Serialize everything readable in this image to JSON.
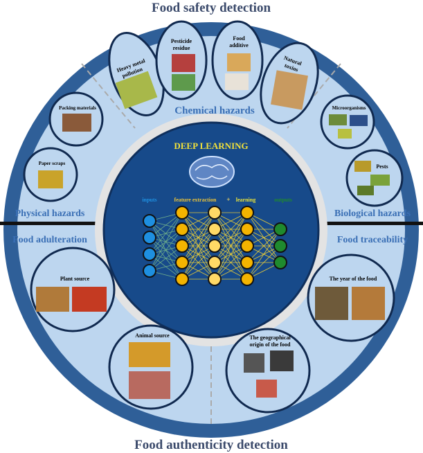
{
  "titles": {
    "top": "Food safety detection",
    "bottom": "Food authenticity detection"
  },
  "categories": {
    "chemical": "Chemical hazards",
    "physical": "Physical hazards",
    "biological": "Biological hazards",
    "adulteration": "Food adulteration",
    "traceability": "Food traceability"
  },
  "items": {
    "heavy_metal": [
      "Heavy metal",
      "pollution"
    ],
    "pesticide": [
      "Pesticide",
      "residue"
    ],
    "additive": [
      "Food",
      "additive"
    ],
    "toxins": [
      "Natural",
      "toxins"
    ],
    "packing": "Packing materials",
    "paper": "Paper scraps",
    "micro": "Microorganisms",
    "pests": "Pests",
    "plant": "Plant source",
    "animal": "Animal source",
    "year": "The year of the food",
    "origin": [
      "The geographical",
      "origin of the food"
    ]
  },
  "center": {
    "title": "DEEP  LEARNING",
    "inputs": "inputs",
    "feature": "feature extraction",
    "plus": "+",
    "learning": "learning",
    "outputs": "outputs"
  },
  "network": {
    "layers": [
      4,
      5,
      5,
      5,
      3
    ]
  },
  "colors": {
    "outer": "#3567a0",
    "light": "#bdd6ef",
    "inner": "#174a8a",
    "label": "#3a6fb5",
    "input": "#1e8fe0",
    "hidden": "#f4b400",
    "hidden2": "#ffd966",
    "output": "#1f8a2e"
  }
}
